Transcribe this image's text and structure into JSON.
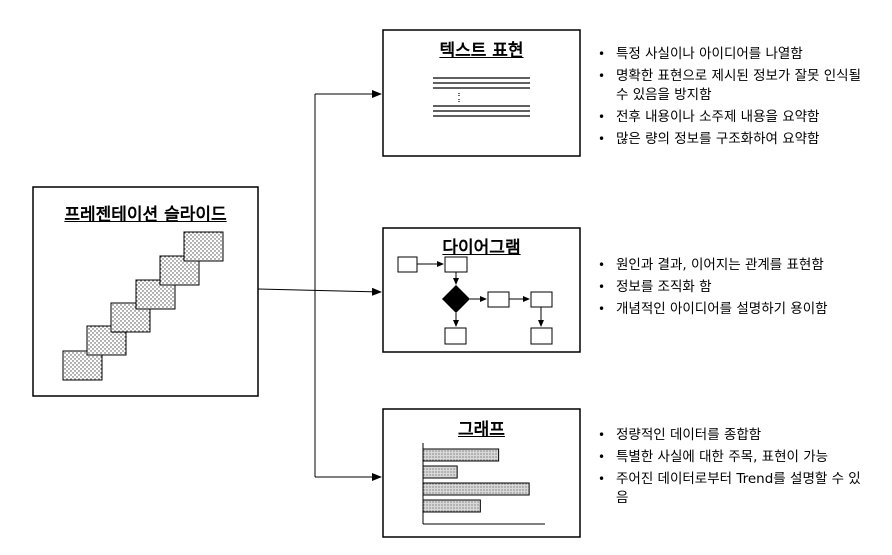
{
  "slide": {
    "title": "프레젠테이션 슬라이드"
  },
  "sections": [
    {
      "title": "텍스트 표현",
      "bullets": [
        "특정 사실이나 아이디어를 나열함",
        "명확한 표현으로 제시된 정보가 잘못 인식될 수 있음을 방지함",
        "전후 내용이나 소주제 내용을 요약함",
        "많은 량의 정보를 구조화하여 요약함"
      ]
    },
    {
      "title": "다이어그램",
      "bullets": [
        "원인과 결과, 이어지는 관계를 표현함",
        "정보를 조직화 함",
        "개념적인 아이디어를 설명하기 용이함"
      ]
    },
    {
      "title": "그래프",
      "bullets": [
        "정량적인 데이터를 종합함",
        "특별한 사실에 대한 주목, 표현이 가능",
        "주어진 데이터로부터 Trend를 설명할 수 있음"
      ],
      "bar_values": [
        0.62,
        0.28,
        0.87,
        0.47
      ]
    }
  ]
}
